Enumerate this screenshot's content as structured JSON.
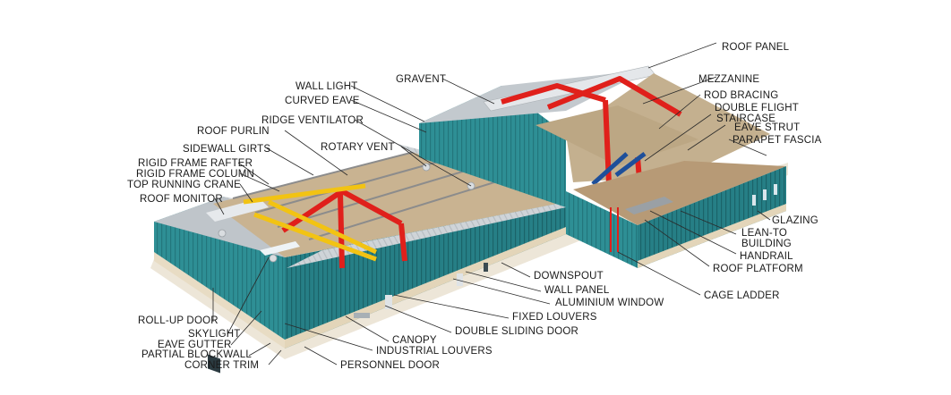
{
  "diagram": {
    "labels": {
      "roof_panel": "ROOF PANEL",
      "mezzanine": "MEZZANINE",
      "rod_bracing": "ROD BRACING",
      "double_flight_staircase_1": "DOUBLE FLIGHT",
      "double_flight_staircase_2": "STAIRCASE",
      "eave_strut": "EAVE STRUT",
      "parapet_fascia": "PARAPET FASCIA",
      "glazing": "GLAZING",
      "lean_to_building_1": "LEAN-TO",
      "lean_to_building_2": "BUILDING",
      "handrail": "HANDRAIL",
      "roof_platform": "ROOF PLATFORM",
      "cage_ladder": "CAGE LADDER",
      "downspout": "DOWNSPOUT",
      "wall_panel": "WALL PANEL",
      "aluminium_window": "ALUMINIUM WINDOW",
      "fixed_louvers": "FIXED LOUVERS",
      "double_sliding_door": "DOUBLE SLIDING DOOR",
      "canopy": "CANOPY",
      "industrial_louvers": "INDUSTRIAL LOUVERS",
      "personnel_door": "PERSONNEL DOOR",
      "corner_trim": "CORNER TRIM",
      "partial_blockwall": "PARTIAL BLOCKWALL",
      "eave_gutter": "EAVE GUTTER",
      "skylight": "SKYLIGHT",
      "roll_up_door": "ROLL-UP DOOR",
      "roof_monitor": "ROOF MONITOR",
      "top_running_crane": "TOP RUNNING CRANE",
      "rigid_frame_column": "RIGID FRAME COLUMN",
      "rigid_frame_rafter": "RIGID FRAME RAFTER",
      "sidewall_girts": "SIDEWALL GIRTS",
      "roof_purlin": "ROOF PURLIN",
      "rotary_vent": "ROTARY VENT",
      "ridge_ventilator": "RIDGE VENTILATOR",
      "curved_eave": "CURVED EAVE",
      "wall_light": "WALL LIGHT",
      "gravent": "GRAVENT"
    },
    "colors": {
      "wall_teal": "#2e8f95",
      "wall_teal_dark": "#1f6f76",
      "roof_grey": "#c9ced2",
      "frame_red": "#e0201b",
      "crane_yellow": "#f2c313",
      "floor_tan": "#c9b391",
      "blockwall": "#e8dcc4",
      "staircase_blue": "#1e4f9a"
    }
  }
}
